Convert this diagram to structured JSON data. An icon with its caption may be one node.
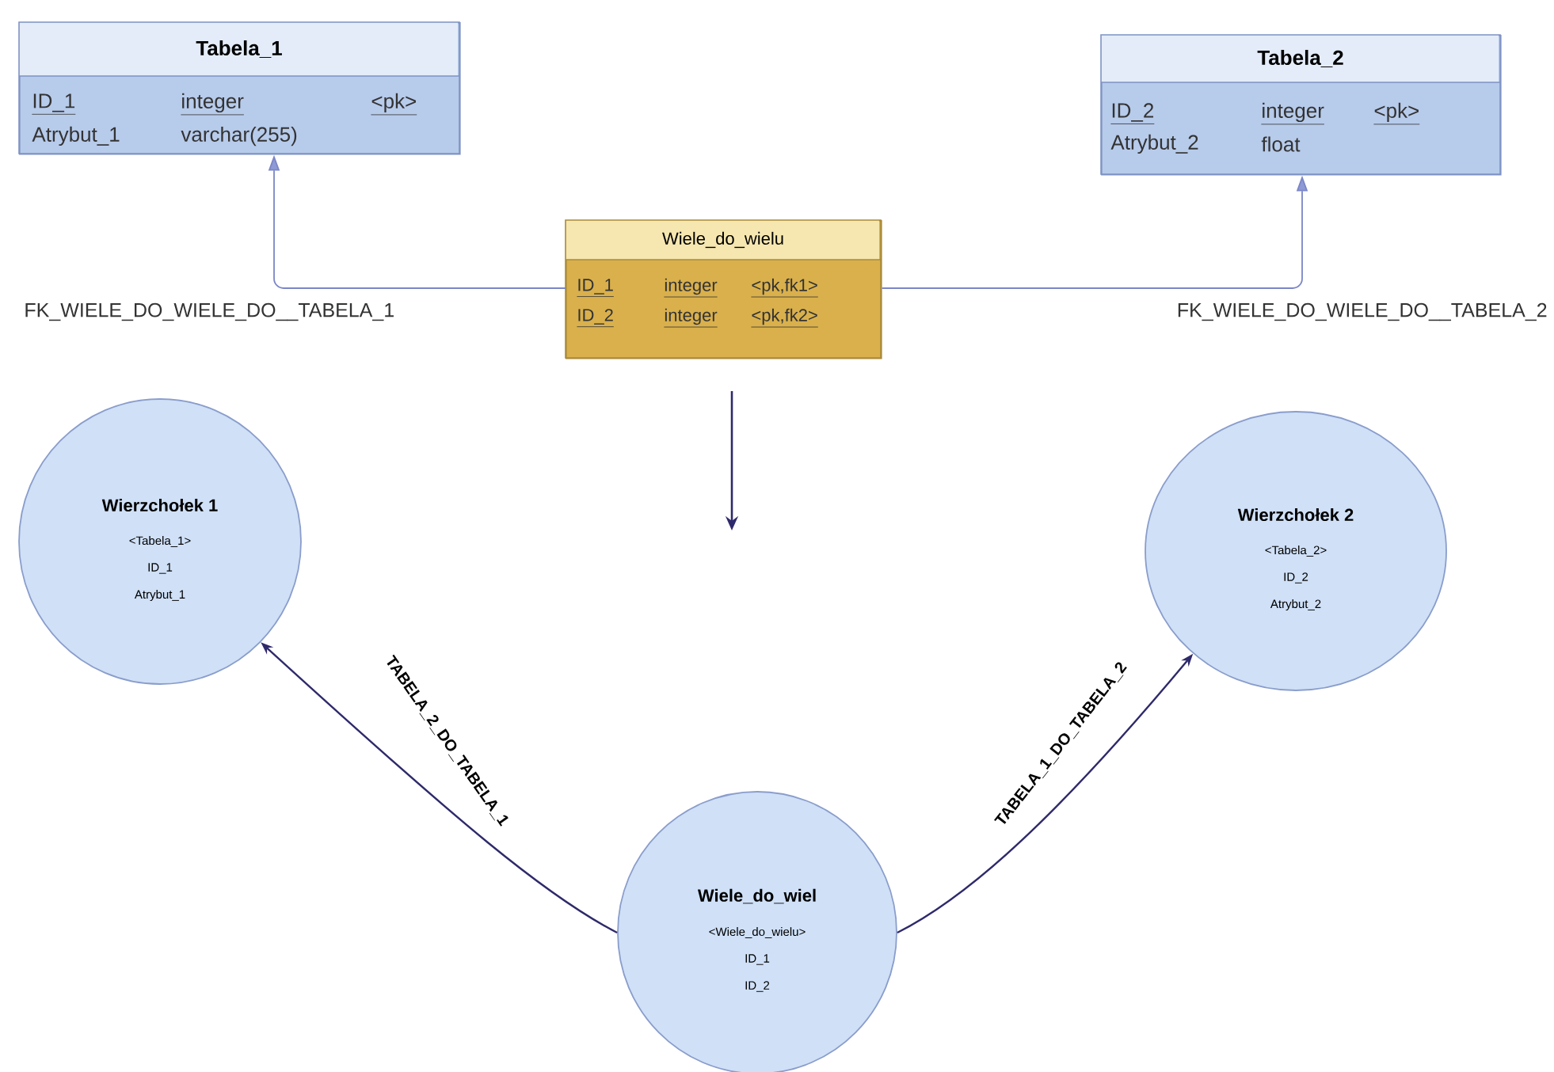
{
  "diagram": {
    "nodes": [
      {
        "text": [
          "Tabela_1",
          "ID_1",
          "integer",
          "<pk>",
          "Atrybut_1",
          "varchar(255)"
        ]
      },
      {
        "text": [
          "Tabela_2",
          "ID_2",
          "integer",
          "<pk>",
          "Atrybut_2",
          "float"
        ]
      },
      {
        "text": [
          "Wiele_do_wielu",
          "ID_1",
          "integer",
          "<pk,fk1>",
          "ID_2",
          "integer",
          "<pk,fk2>"
        ]
      },
      {
        "text": [
          "Wierzchołek 1",
          "<Tabela_1>",
          "ID_1",
          "Atrybut_1"
        ]
      },
      {
        "text": [
          "Wierzchołek 2",
          "<Tabela_2>",
          "ID_2",
          "Atrybut_2"
        ]
      },
      {
        "text": [
          "Wiele_do_wiel",
          "<Wiele_do_wielu>",
          "ID_1",
          "ID_2"
        ]
      }
    ],
    "edges": [
      {
        "from": 2,
        "to": 0,
        "arrow": "to",
        "label": "FK_WIELE_DO_WIELE_DO__TABELA_1"
      },
      {
        "from": 2,
        "to": 1,
        "arrow": "to",
        "label": "FK_WIELE_DO_WIELE_DO__TABELA_2"
      },
      {
        "from": 5,
        "to": 3,
        "arrow": "to",
        "label": "TABELA_2_DO_TABELA_1",
        "color": "#2e2a6b"
      },
      {
        "from": 5,
        "to": 4,
        "arrow": "to",
        "label": "TABELA_1_DO_TABELA_2",
        "color": "#2e2a6b"
      }
    ]
  }
}
